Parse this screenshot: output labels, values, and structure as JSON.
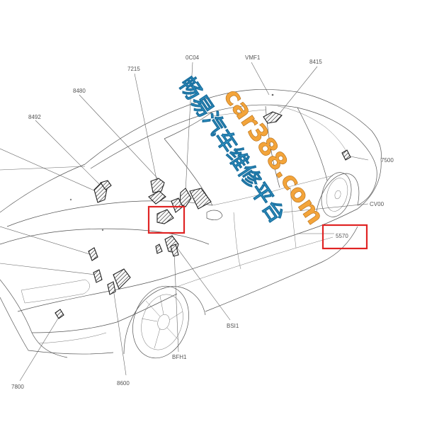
{
  "labels": {
    "l7215": "7215",
    "l0004": "0C04",
    "lvmf1": "VMF1",
    "l8415": "8415",
    "l8480": "8480",
    "l8492": "8492",
    "l7500": "7500",
    "lcv00": "CV00",
    "l5570": "5570",
    "lbsi1": "BSI1",
    "lbfh1": "BFH1",
    "l8600": "8600",
    "l7800": "7800"
  },
  "watermark": {
    "chinese": "畅易汽车维修平台",
    "site": "car388.com"
  },
  "colors": {
    "highlight": "#e02424",
    "watermark_cn": "#3aa7d8",
    "watermark_en": "#f3a43a"
  }
}
